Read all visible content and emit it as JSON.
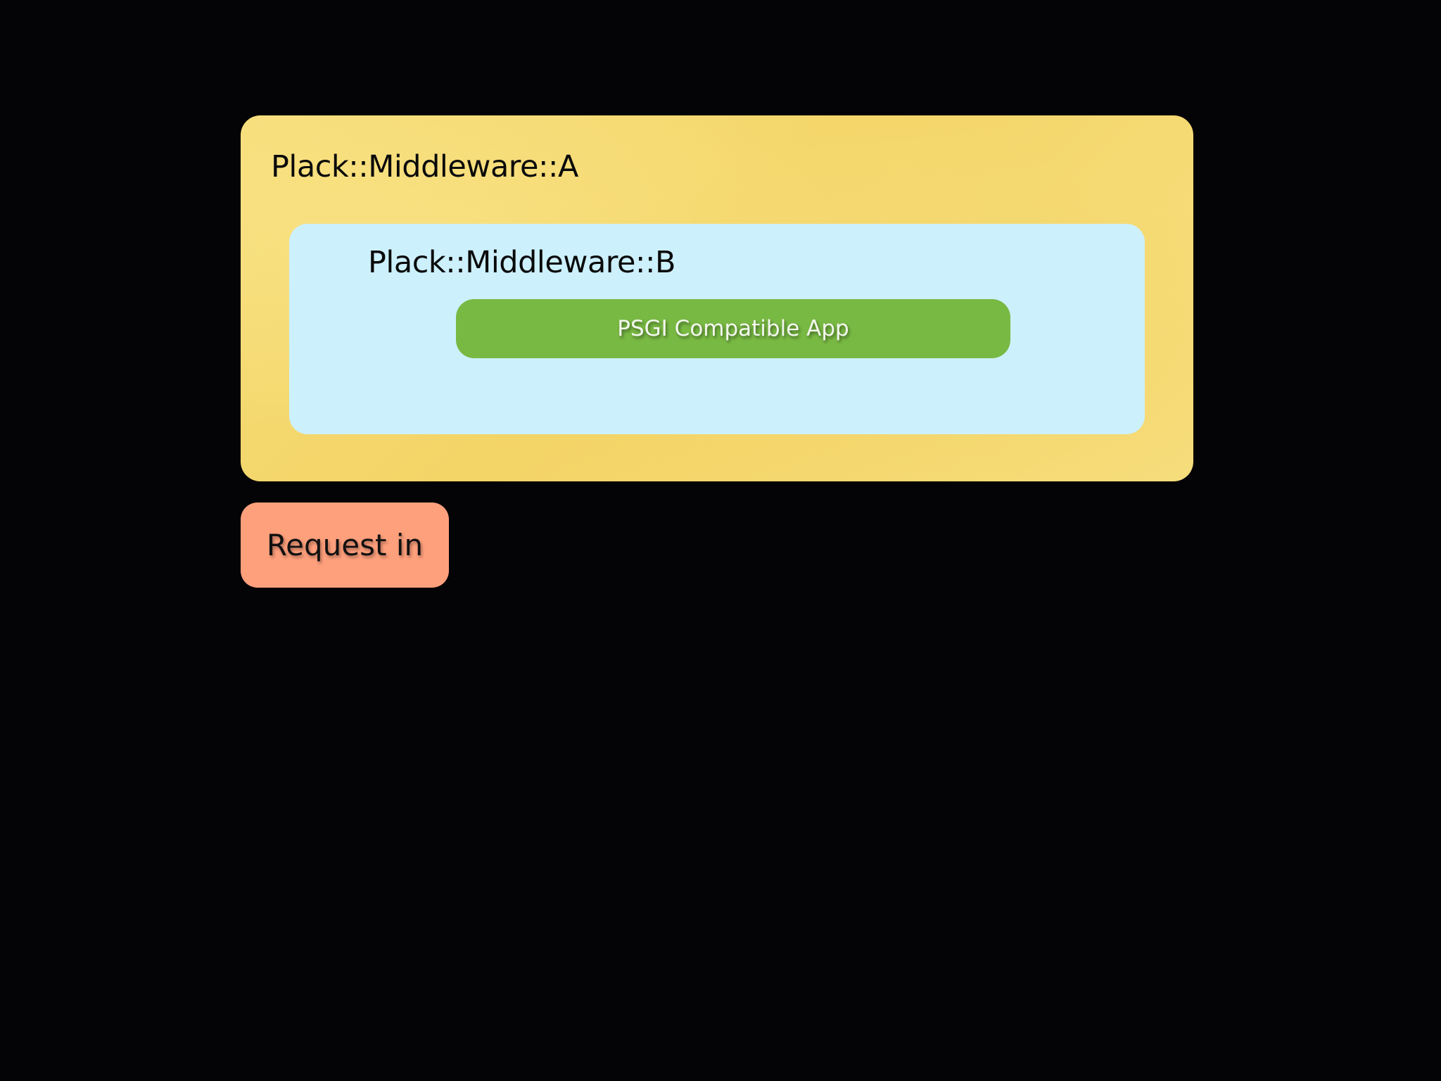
{
  "diagram": {
    "outer_box": {
      "label": "Plack::Middleware::A",
      "color": "#f5d970"
    },
    "inner_box": {
      "label": "Plack::Middleware::B",
      "color": "#cdf0fd"
    },
    "app": {
      "label": "PSGI Compatible App",
      "color": "#78b943"
    },
    "request": {
      "label": "Request in",
      "color": "#ffa07c"
    }
  }
}
